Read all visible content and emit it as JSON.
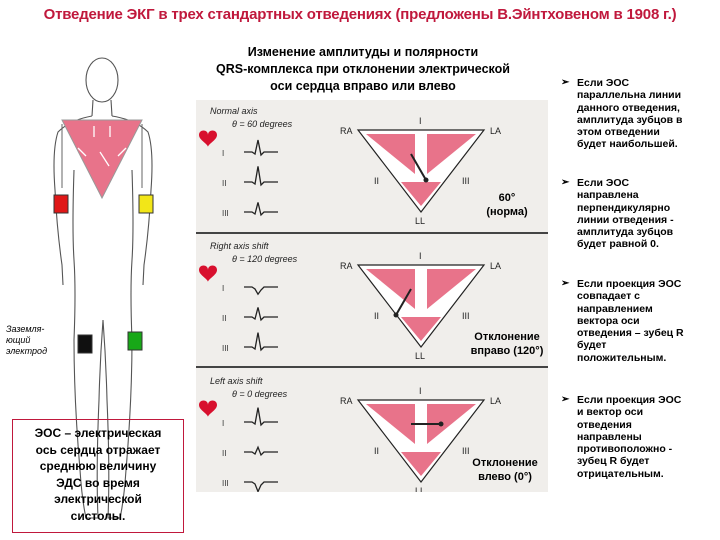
{
  "title": "Отведение ЭКГ в трех стандартных отведениях (предложены В.Эйнтховеном в 1908 г.)",
  "subtitle_lines": [
    "Изменение амплитуды и полярности",
    "QRS-комплекса при отклонении электрической",
    "оси сердца вправо или влево"
  ],
  "panels": [
    {
      "heading": "Normal axis",
      "theta": "θ = 60 degrees",
      "label_lines": [
        "60°",
        "(норма)"
      ]
    },
    {
      "heading": "Right axis shift",
      "theta": "θ = 120 degrees",
      "label_lines": [
        "Отклонение",
        "вправо (120°)"
      ]
    },
    {
      "heading": "Left axis shift",
      "theta": "θ = 0 degrees",
      "label_lines": [
        "Отклонение",
        "влево (0°)"
      ]
    }
  ],
  "triangle_labels": {
    "ra": "RA",
    "la": "LA",
    "ll": "LL",
    "lead_i": "I",
    "lead_ii": "II",
    "lead_iii": "III"
  },
  "lead_labels": [
    "I",
    "II",
    "III"
  ],
  "ground_electrode_label": "Заземля-ющий электрод",
  "eos_box_lines": [
    "ЭОС – электрическая",
    "ось сердца отражает",
    "среднюю величину",
    "ЭДС во время",
    "электрической",
    "систолы."
  ],
  "bullets": [
    [
      "Если ЭОС",
      "параллельна линии",
      "данного отведения,",
      "амплитуда зубцов в",
      "этом отведении",
      "будет наибольшей."
    ],
    [
      "Если ЭОС",
      "направлена",
      "перпендикулярно",
      "линии отведения -",
      "амплитуда зубцов",
      "будет равной 0."
    ],
    [
      "Если проекция ЭОС",
      "совпадает с",
      "направлением",
      "вектора оси",
      "отведения – зубец R",
      "будет",
      "положительным."
    ],
    [
      "Если проекция ЭОС",
      "и вектор оси",
      "отведения",
      "направлены",
      "противоположно -",
      "зубец R будет",
      "отрицательным."
    ]
  ],
  "colors": {
    "title": "#c0183c",
    "heart_pink": "#e8738a",
    "heart_red": "#d8102e",
    "electrode_red": "#e01818",
    "electrode_yellow": "#f2e618",
    "electrode_black": "#101010",
    "electrode_green": "#18a818"
  }
}
